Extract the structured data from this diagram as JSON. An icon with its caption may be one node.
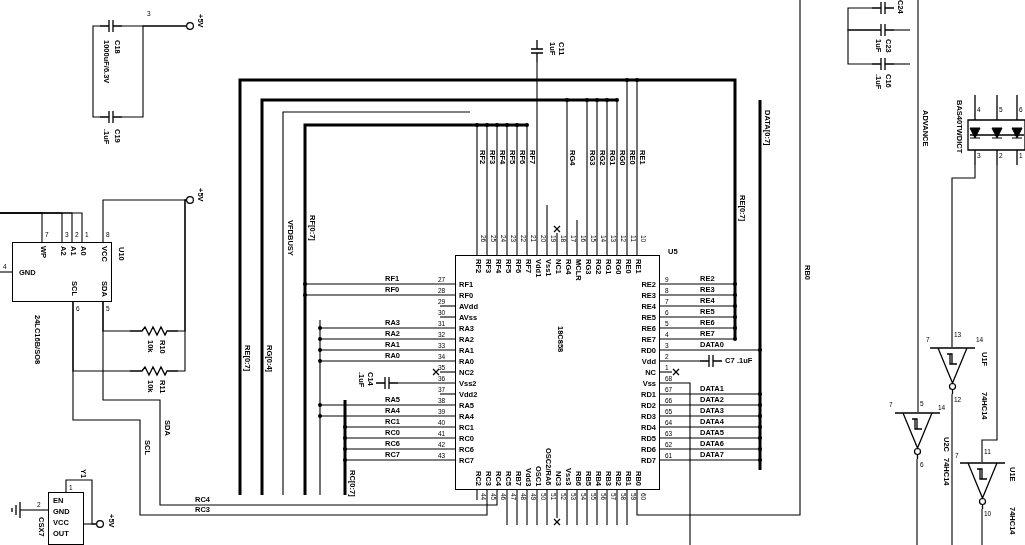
{
  "diagram": {
    "nodes": [
      {
        "text": [
          "C18",
          "1000uF/6.3V"
        ]
      },
      {
        "text": [
          "C19",
          ".1uF"
        ]
      },
      {
        "text": [
          "WP",
          "A2",
          "A1",
          "A0",
          "VCC",
          "GND",
          "SCL",
          "SDA",
          "U10"
        ],
        "beside": [
          "24LC16B/SO8",
          "7",
          "3",
          "2",
          "1",
          "8",
          "4",
          "6",
          "5"
        ]
      },
      {
        "text": [
          "R10",
          "10k"
        ]
      },
      {
        "text": [
          "R11",
          "10k"
        ]
      },
      {
        "text": [
          "EN",
          "GND",
          "VCC",
          "OUT",
          "Y1",
          "1",
          "2",
          "CSX7"
        ]
      },
      {
        "text": [
          "RF2",
          "RF3",
          "RF4",
          "RF5",
          "RF6",
          "RF7",
          "Vdd1",
          "Vss1",
          "NC1",
          "RG4",
          "MCLR",
          "RG3",
          "RG2",
          "RG1",
          "RG0",
          "RE0",
          "RE1",
          "RF1",
          "RF0",
          "AVdd",
          "AVss",
          "RA3",
          "RA2",
          "RA1",
          "RA0",
          "NC2",
          "Vss2",
          "Vdd2",
          "RA5",
          "RA4",
          "RC1",
          "RC0",
          "RC6",
          "RC7",
          "RC2",
          "RC3",
          "RC4",
          "RC5",
          "RB7",
          "Vdd3",
          "OSC1",
          "OSC2/RA6",
          "NC3",
          "Vss3",
          "RB6",
          "RB5",
          "RB4",
          "RB3",
          "RB2",
          "RB1",
          "RB0",
          "RE2",
          "RE3",
          "RE4",
          "RE5",
          "RE6",
          "RE7",
          "RD0",
          "Vdd",
          "NC",
          "Vss",
          "RD1",
          "RD2",
          "RD3",
          "RD4",
          "RD5",
          "RD6",
          "RD7",
          "18C858",
          "U5"
        ],
        "beside": [
          "26",
          "25",
          "24",
          "23",
          "22",
          "21",
          "20",
          "19",
          "18",
          "17",
          "16",
          "15",
          "14",
          "13",
          "12",
          "11",
          "10",
          "27",
          "28",
          "29",
          "30",
          "31",
          "32",
          "33",
          "34",
          "35",
          "36",
          "37",
          "38",
          "39",
          "40",
          "41",
          "42",
          "43",
          "44",
          "45",
          "46",
          "47",
          "48",
          "49",
          "50",
          "51",
          "52",
          "53",
          "54",
          "55",
          "56",
          "57",
          "58",
          "59",
          "60",
          "9",
          "8",
          "7",
          "6",
          "5",
          "4",
          "3",
          "2",
          "1",
          "68",
          "67",
          "66",
          "65",
          "64",
          "63",
          "62",
          "61"
        ]
      },
      {
        "text": [
          "C11",
          "1uF"
        ]
      },
      {
        "text": [
          "C14",
          ".1uF"
        ]
      },
      {
        "text": [
          "C7",
          ".1uF"
        ]
      },
      {
        "text": [
          "C24"
        ]
      },
      {
        "text": [
          "C23",
          "1uF"
        ]
      },
      {
        "text": [
          "C16",
          ".1uF"
        ]
      },
      {
        "text": [
          "BAS40TWDICT",
          "4",
          "5",
          "6",
          "3",
          "2",
          "1"
        ]
      },
      {
        "text": [
          "U1F",
          "74HC14",
          "12"
        ],
        "beside": [
          "13",
          "7",
          "14"
        ]
      },
      {
        "text": [
          "U2C",
          "74HC14",
          "6"
        ],
        "beside": [
          "5",
          "7",
          "14"
        ]
      },
      {
        "text": [
          "U1E",
          "74HC14",
          "10"
        ],
        "beside": [
          "11",
          "7"
        ]
      },
      {
        "text": [
          "+5V"
        ]
      },
      {
        "text": [
          "+5V"
        ]
      },
      {
        "text": [
          "+5V"
        ]
      },
      {
        "text": [],
        "shape": "ground"
      }
    ],
    "edges": [
      {
        "from": 0,
        "to": 1,
        "arrow": "none"
      },
      {
        "from": 2,
        "to": 3,
        "arrow": "none"
      },
      {
        "from": 2,
        "to": 4,
        "arrow": "none"
      },
      {
        "from": 7,
        "to": 6,
        "arrow": "none"
      },
      {
        "from": 8,
        "to": 6,
        "arrow": "none"
      },
      {
        "from": 9,
        "to": 6,
        "arrow": "none"
      },
      {
        "from": 13,
        "to": 14,
        "arrow": "none"
      },
      {
        "from": 13,
        "to": 16,
        "arrow": "none"
      },
      {
        "from": 10,
        "to": 11,
        "arrow": "none"
      },
      {
        "from": 11,
        "to": 12,
        "arrow": "none"
      },
      {
        "from": 0,
        "to": 17,
        "arrow": "none"
      },
      {
        "from": 1,
        "to": 17,
        "arrow": "none"
      },
      {
        "from": 2,
        "to": 18,
        "arrow": "none"
      },
      {
        "from": 3,
        "to": 18,
        "arrow": "none"
      },
      {
        "from": 4,
        "to": 18,
        "arrow": "none"
      },
      {
        "from": 2,
        "to": 6,
        "arrow": "none"
      },
      {
        "from": 2,
        "to": 6,
        "arrow": "none"
      },
      {
        "from": 5,
        "to": 19,
        "arrow": "none"
      },
      {
        "from": 5,
        "to": 19,
        "arrow": "none"
      },
      {
        "from": 5,
        "to": 20,
        "arrow": "none"
      },
      {
        "from": 2,
        "to": null,
        "arrow": "none"
      },
      {
        "from": 2,
        "to": null,
        "arrow": "none"
      },
      {
        "from": 2,
        "to": null,
        "arrow": "none"
      },
      {
        "from": 2,
        "to": null,
        "arrow": "none"
      },
      {
        "from": 2,
        "to": null,
        "arrow": "none"
      },
      {
        "from": null,
        "to": 15,
        "arrow": "none"
      },
      {
        "from": 14,
        "to": null,
        "arrow": "none"
      },
      {
        "from": 15,
        "to": null,
        "arrow": "none"
      },
      {
        "from": 16,
        "to": null,
        "arrow": "none"
      }
    ],
    "labels": [
      "3",
      "RF1",
      "RF0",
      "RA3",
      "RA2",
      "RA1",
      "RA0",
      "RA5",
      "RA4",
      "RC1",
      "RC0",
      "RC6",
      "RC7",
      "RE2",
      "RE3",
      "RE4",
      "RE5",
      "RE6",
      "RE7",
      "DATA0",
      "DATA1",
      "DATA2",
      "DATA3",
      "DATA4",
      "DATA5",
      "DATA6",
      "DATA7",
      "RF2",
      "RF3",
      "RF4",
      "RF5",
      "RF6",
      "RF7",
      "RG4",
      "RG3",
      "RG2",
      "RG1",
      "RG0",
      "RE0",
      "RE1",
      "DATA[0:7]",
      "ADVANCE",
      "VFDBUSY",
      "RF[0:7]",
      "RE[0:7]",
      "RB0",
      "RE[0:7]",
      "RG[0:4]",
      "SDA",
      "SCL",
      "RC4",
      "RC3",
      "RC[0:7]"
    ]
  }
}
